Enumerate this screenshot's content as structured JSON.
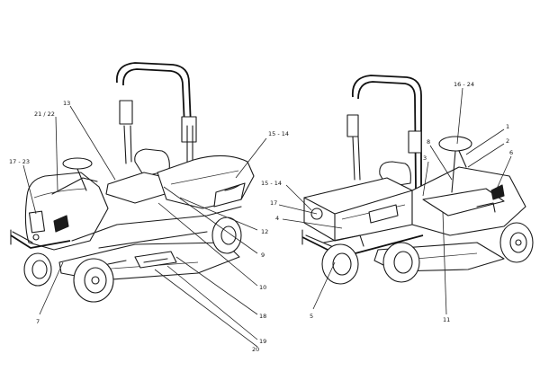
{
  "left_view": {
    "callouts": [
      {
        "id": "c13l",
        "text": "13"
      },
      {
        "id": "c2122",
        "text": "21 / 22"
      },
      {
        "id": "c1723",
        "text": "17 - 23"
      },
      {
        "id": "c1514l",
        "text": "15 - 14"
      },
      {
        "id": "c12",
        "text": "12"
      },
      {
        "id": "c9",
        "text": "9"
      },
      {
        "id": "c10",
        "text": "10"
      },
      {
        "id": "c18",
        "text": "18"
      },
      {
        "id": "c19",
        "text": "19"
      },
      {
        "id": "c20",
        "text": "20"
      },
      {
        "id": "c7",
        "text": "7"
      }
    ]
  },
  "right_view": {
    "callouts": [
      {
        "id": "c1624",
        "text": "16 - 24"
      },
      {
        "id": "c1",
        "text": "1"
      },
      {
        "id": "c2",
        "text": "2"
      },
      {
        "id": "c6",
        "text": "6"
      },
      {
        "id": "c8",
        "text": "8"
      },
      {
        "id": "c3",
        "text": "3"
      },
      {
        "id": "c1514r",
        "text": "15 - 14"
      },
      {
        "id": "c17",
        "text": "17"
      },
      {
        "id": "c4",
        "text": "4"
      },
      {
        "id": "c5",
        "text": "5"
      },
      {
        "id": "c11",
        "text": "11"
      }
    ]
  }
}
